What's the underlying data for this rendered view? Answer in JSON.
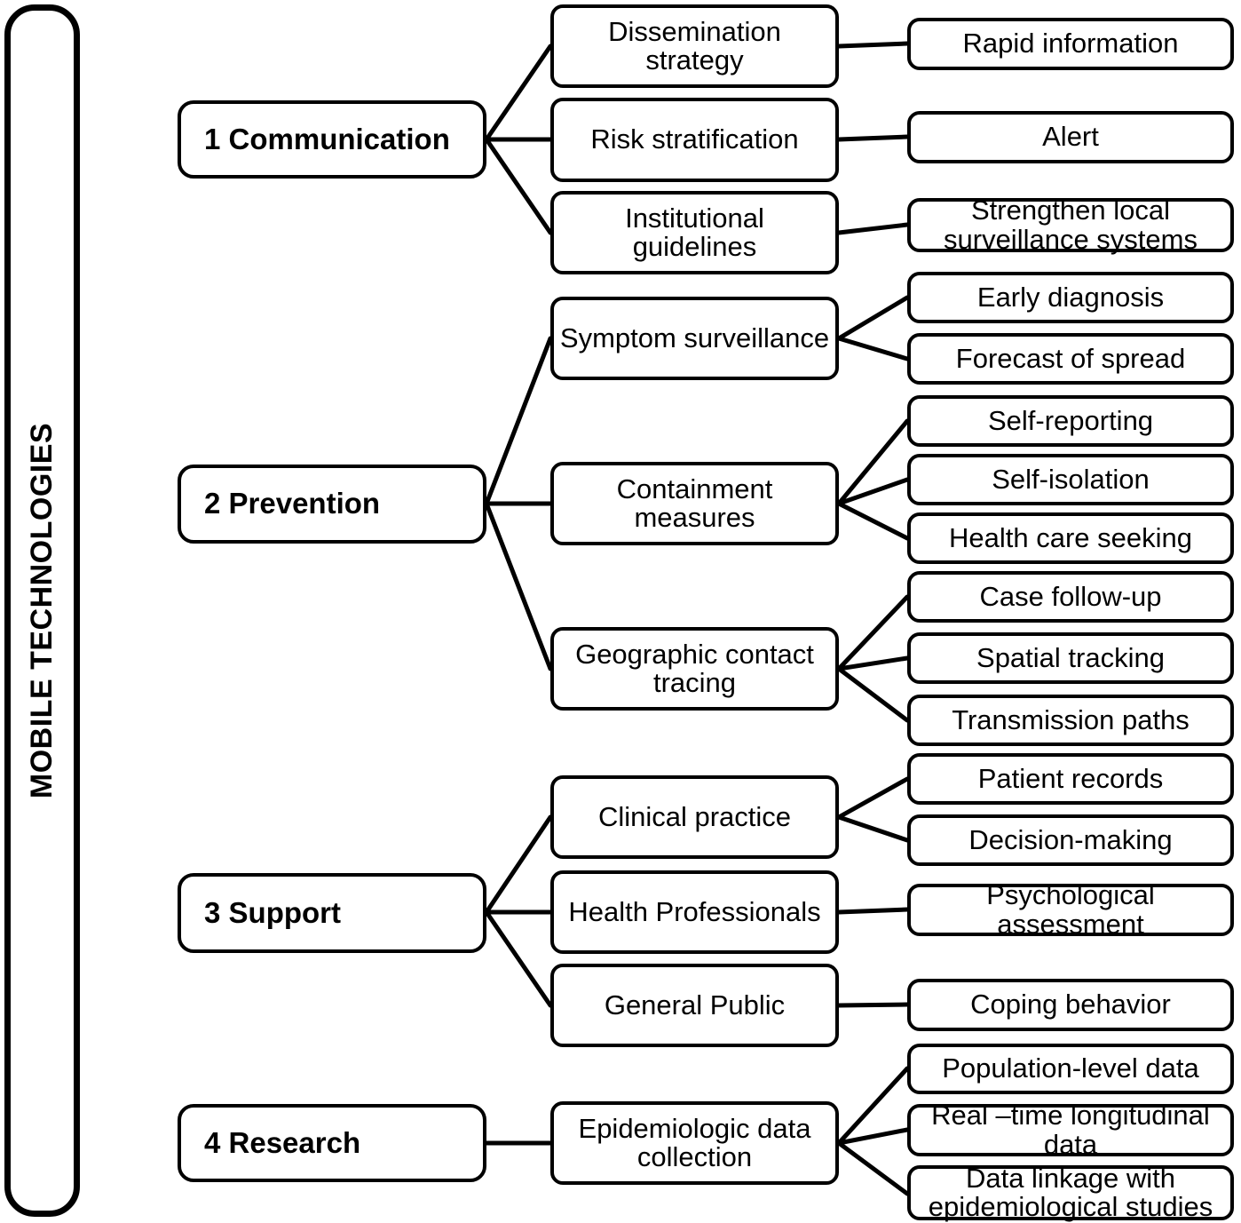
{
  "diagram": {
    "title": "MOBILE TECHNOLOGIES",
    "spine_label": "MOBILE TECHNOLOGIES",
    "colors": {
      "stroke": "#000000",
      "fill": "#ffffff",
      "text": "#000000"
    },
    "categories": [
      {
        "id": "communication",
        "label": "1 Communication",
        "children": [
          {
            "label": "Dissemination strategy",
            "outcomes": [
              "Rapid information"
            ]
          },
          {
            "label": "Risk stratification",
            "outcomes": [
              "Alert"
            ]
          },
          {
            "label": "Institutional guidelines",
            "outcomes": [
              "Strengthen local surveillance systems"
            ]
          }
        ]
      },
      {
        "id": "prevention",
        "label": "2 Prevention",
        "children": [
          {
            "label": "Symptom surveillance",
            "outcomes": [
              "Early diagnosis",
              "Forecast of spread"
            ]
          },
          {
            "label": "Containment measures",
            "outcomes": [
              "Self-reporting",
              "Self-isolation",
              "Health care seeking"
            ]
          },
          {
            "label": "Geographic contact tracing",
            "outcomes": [
              "Case follow-up",
              "Spatial tracking",
              "Transmission paths"
            ]
          }
        ]
      },
      {
        "id": "support",
        "label": "3 Support",
        "children": [
          {
            "label": "Clinical practice",
            "outcomes": [
              "Patient records",
              "Decision-making"
            ]
          },
          {
            "label": "Health Professionals",
            "outcomes": [
              "Psychological assessment"
            ]
          },
          {
            "label": "General Public",
            "outcomes": [
              "Coping behavior"
            ]
          }
        ]
      },
      {
        "id": "research",
        "label": "4 Research",
        "children": [
          {
            "label": "Epidemiologic data collection",
            "outcomes": [
              "Population-level data",
              "Real –time longitudinal data",
              "Data linkage with epidemiological studies"
            ]
          }
        ]
      }
    ],
    "nodes": {
      "l1": [
        {
          "key": "communication",
          "label": "1 Communication"
        },
        {
          "key": "prevention",
          "label": "2 Prevention"
        },
        {
          "key": "support",
          "label": "3 Support"
        },
        {
          "key": "research",
          "label": "4 Research"
        }
      ],
      "l2": [
        {
          "key": "dissemination-strategy",
          "label": "Dissemination strategy"
        },
        {
          "key": "risk-stratification",
          "label": "Risk stratification"
        },
        {
          "key": "institutional-guidelines",
          "label": "Institutional guidelines"
        },
        {
          "key": "symptom-surveillance",
          "label": "Symptom surveillance"
        },
        {
          "key": "containment-measures",
          "label": "Containment measures"
        },
        {
          "key": "geographic-contact-tracing",
          "label": "Geographic contact tracing"
        },
        {
          "key": "clinical-practice",
          "label": "Clinical practice"
        },
        {
          "key": "health-professionals",
          "label": "Health Professionals"
        },
        {
          "key": "general-public",
          "label": "General Public"
        },
        {
          "key": "epidemiologic-data-collection",
          "label": "Epidemiologic data collection"
        }
      ],
      "l3": [
        {
          "key": "rapid-information",
          "label": "Rapid information"
        },
        {
          "key": "alert",
          "label": "Alert"
        },
        {
          "key": "strengthen-local-surveillance-systems",
          "label": "Strengthen local surveillance systems"
        },
        {
          "key": "early-diagnosis",
          "label": "Early diagnosis"
        },
        {
          "key": "forecast-of-spread",
          "label": "Forecast of spread"
        },
        {
          "key": "self-reporting",
          "label": "Self-reporting"
        },
        {
          "key": "self-isolation",
          "label": "Self-isolation"
        },
        {
          "key": "health-care-seeking",
          "label": "Health care seeking"
        },
        {
          "key": "case-follow-up",
          "label": "Case follow-up"
        },
        {
          "key": "spatial-tracking",
          "label": "Spatial tracking"
        },
        {
          "key": "transmission-paths",
          "label": "Transmission paths"
        },
        {
          "key": "patient-records",
          "label": "Patient records"
        },
        {
          "key": "decision-making",
          "label": "Decision-making"
        },
        {
          "key": "psychological-assessment",
          "label": "Psychological assessment"
        },
        {
          "key": "coping-behavior",
          "label": "Coping behavior"
        },
        {
          "key": "population-level-data",
          "label": "Population-level data"
        },
        {
          "key": "real-time-longitudinal-data",
          "label": "Real –time longitudinal data"
        },
        {
          "key": "data-linkage-with-epidemiological-studies",
          "label": "Data linkage with epidemiological studies"
        }
      ]
    }
  }
}
